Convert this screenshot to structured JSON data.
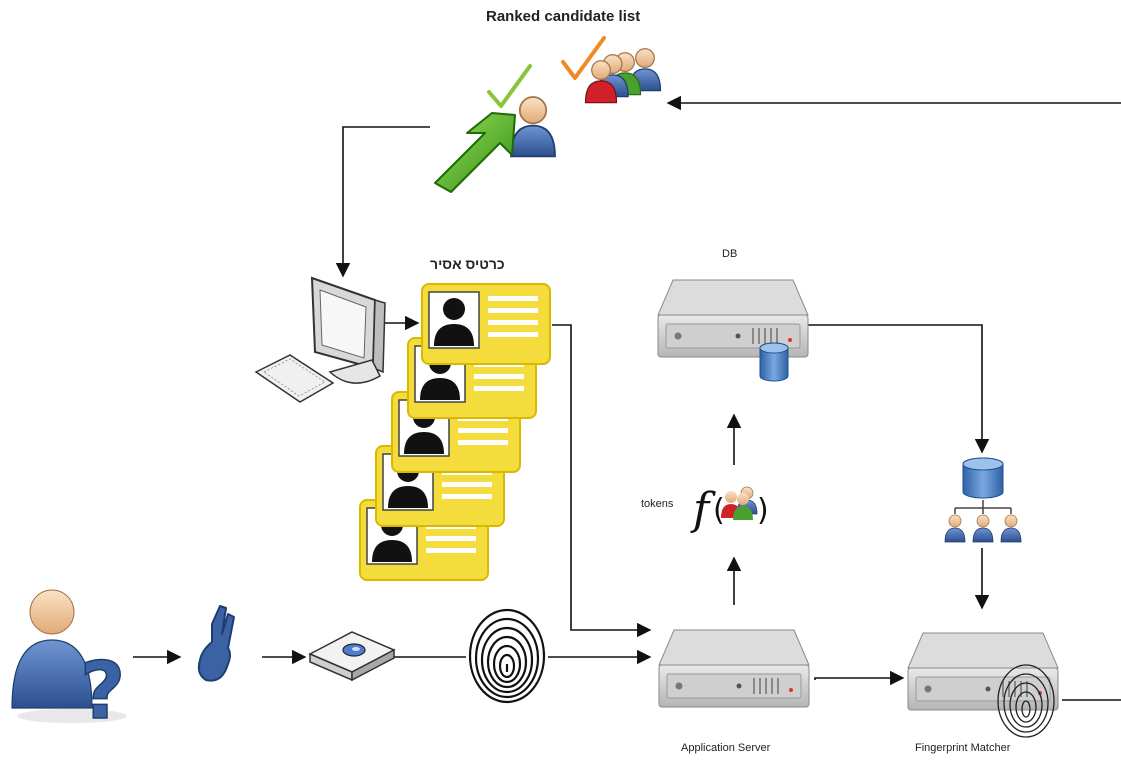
{
  "labels": {
    "ranked_list": "Ranked candidate list",
    "prisoner_card": "כרטיס אסיר",
    "db": "DB",
    "tokens": "tokens",
    "app_server": "Application Server",
    "fingerprint_matcher": "Fingerprint Matcher"
  },
  "icons": [
    "unknown-person-icon",
    "peace-hand-icon",
    "fingerprint-scanner-icon",
    "fingerprint-icon",
    "application-server-icon",
    "fingerprint-matcher-server-icon",
    "db-server-icon",
    "function-icon",
    "database-hierarchy-icon",
    "prisoner-card-icon",
    "computer-icon",
    "selected-user-icon",
    "candidate-group-icon",
    "check-mark-icon"
  ],
  "colors": {
    "card_yellow": "#f4dc3c",
    "card_border": "#d9b800",
    "server_gray": "#c8c8c8",
    "arrow_green": "#3aa61a",
    "person_blue": "#3b62a4",
    "check_green": "#8bc43a",
    "check_orange": "#f08a24"
  }
}
